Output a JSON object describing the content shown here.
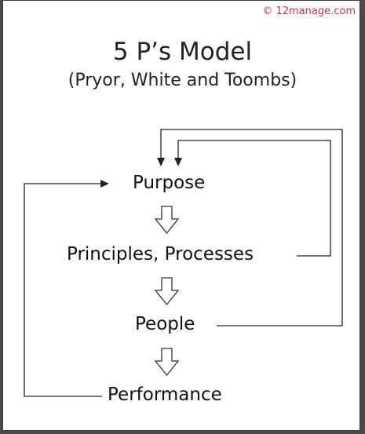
{
  "copyright": "© 12manage.com",
  "title": "5 P’s Model",
  "subtitle": "(Pryor, White and Toombs)",
  "stages": [
    "Purpose",
    "Principles, Processes",
    "People",
    "Performance"
  ],
  "colors": {
    "line": "#222222",
    "copyright": "#c8344a",
    "frame": "#4a4a4a"
  }
}
